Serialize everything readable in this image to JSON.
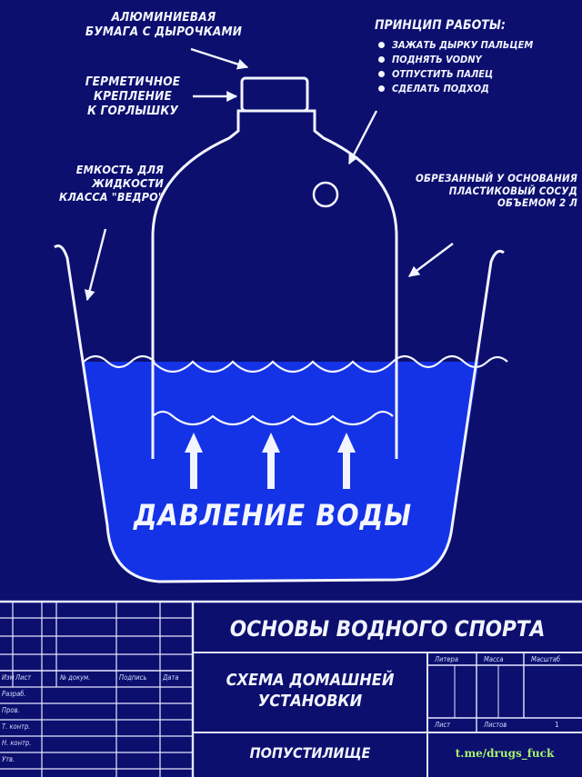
{
  "labels": {
    "foil": [
      "АЛЮМИНИЕВАЯ",
      "БУМАГА С ДЫРОЧКАМИ"
    ],
    "seal": [
      "ГЕРМЕТИЧНОЕ",
      "КРЕПЛЕНИЕ",
      "К ГОРЛЫШКУ"
    ],
    "container": [
      "ЕМКОСТЬ ДЛЯ",
      "ЖИДКОСТИ",
      "КЛАССА \"ВЕДРО\""
    ],
    "bottle": [
      "ОБРЕЗАННЫЙ У ОСНОВАНИЯ",
      "ПЛАСТИКОВЫЙ СОСУД",
      "ОБЪЕМОМ 2 Л"
    ]
  },
  "principle": {
    "title": "Принцип работы:",
    "steps": [
      "ЗАЖАТЬ ДЫРКУ ПАЛЬЦЕМ",
      "ПОДНЯТЬ VODNY",
      "ОТПУСТИТЬ ПАЛЕЦ",
      "СДЕЛАТЬ ПОДХОД"
    ]
  },
  "pressure_label": "ДАВЛЕНИЕ ВОДЫ",
  "title_block": {
    "main_title": "Основы водного спорта",
    "subtitle": [
      "СХЕМА ДОМАШНЕЙ",
      "УСТАНОВКИ"
    ],
    "place": "ПОПУСТИЛИЩЕ",
    "col_headers": [
      "Изм",
      "Лист",
      "№ докум.",
      "Подпись",
      "Дата"
    ],
    "row_labels": [
      "Разраб.",
      "Пров.",
      "Т. контр.",
      "Н. контр.",
      "Утв."
    ],
    "sheet_headers": [
      "Литера",
      "Масса",
      "Масштаб"
    ],
    "sheet_row": [
      "Лист",
      "Листов"
    ],
    "sheet_number": "1",
    "watermark": "t.me/drugs_fuck"
  },
  "colors": {
    "background": "#0c0f6e",
    "water": "#1432e6",
    "lines": "#f2f4ff",
    "watermark": "#a7f070"
  }
}
